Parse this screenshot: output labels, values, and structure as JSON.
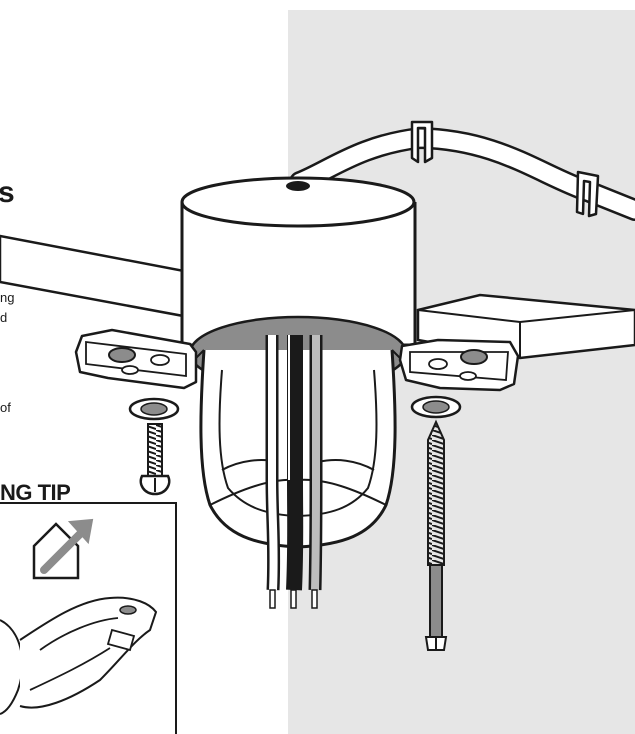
{
  "text_fragments": {
    "heading": "s",
    "line_1": "ng",
    "line_2": "d",
    "line_3": "of"
  },
  "tip_box": {
    "title": "NG TIP",
    "icon": "house-arrow-icon"
  },
  "colors": {
    "background_panel": "#e6e6e6",
    "outline": "#1a1a1a",
    "canopy_ring": "#8c8c8c",
    "white": "#ffffff"
  },
  "wires": [
    "white",
    "black",
    "gray"
  ]
}
